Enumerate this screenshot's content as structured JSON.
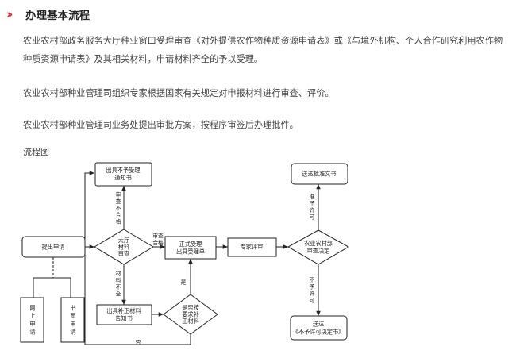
{
  "section": {
    "title": "办理基本流程",
    "icon": "double-chevron-icon"
  },
  "paragraphs": [
    "农业农村部政务服务大厅种业窗口受理审查《对外提供农作物种质资源申请表》或《与境外机构、个人合作研究利用农作物种质资源申请表》及其相关材料，申请材料齐全的予以受理。",
    "农业农村部种业管理司组织专家根据国家有关规定对申报材料进行审查、评价。",
    "农业农村部种业管理司业务处提出审批方案，按程序审签后办理批件。"
  ],
  "flow": {
    "label": "流程图",
    "nodes": {
      "submit": "提出申请",
      "online": "网\n上\n申\n请",
      "paper": "书\n面\n申\n请",
      "hall_review": "大厅\n材料\n审查",
      "no_accept": "出具不予受理\n通知书",
      "accept": "正式受理\n出具受理单",
      "expert": "专家评审",
      "supplement_notice": "出具补正材料\n告知书",
      "supplement_check": "是否按\n要求补\n正材料",
      "ministry_decision": "农业农村部\n审查决定",
      "approve_doc": "送达批准文书",
      "deny_doc": "送达\n《不予许可决定书》"
    },
    "edge_labels": {
      "review_fail": "审\n查\n不\n合\n格",
      "review_pass": "审查\n合格",
      "incomplete": "材\n料\n不\n全",
      "yes": "是",
      "no": "否",
      "permit": "准\n予\n许\n可",
      "deny": "不\n予\n许\n可"
    }
  }
}
